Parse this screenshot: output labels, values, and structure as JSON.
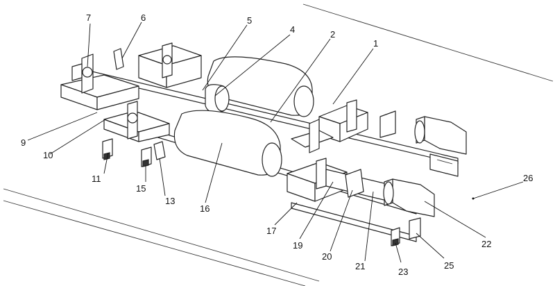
{
  "labels": {
    "l1": "1",
    "l2": "2",
    "l4": "4",
    "l5": "5",
    "l6": "6",
    "l7": "7",
    "l9": "9",
    "l10": "10",
    "l11": "11",
    "l13": "13",
    "l15": "15",
    "l16": "16",
    "l17": "17",
    "l19": "19",
    "l20": "20",
    "l21": "21",
    "l22": "22",
    "l23": "23",
    "l25": "25",
    "l26": "26"
  }
}
